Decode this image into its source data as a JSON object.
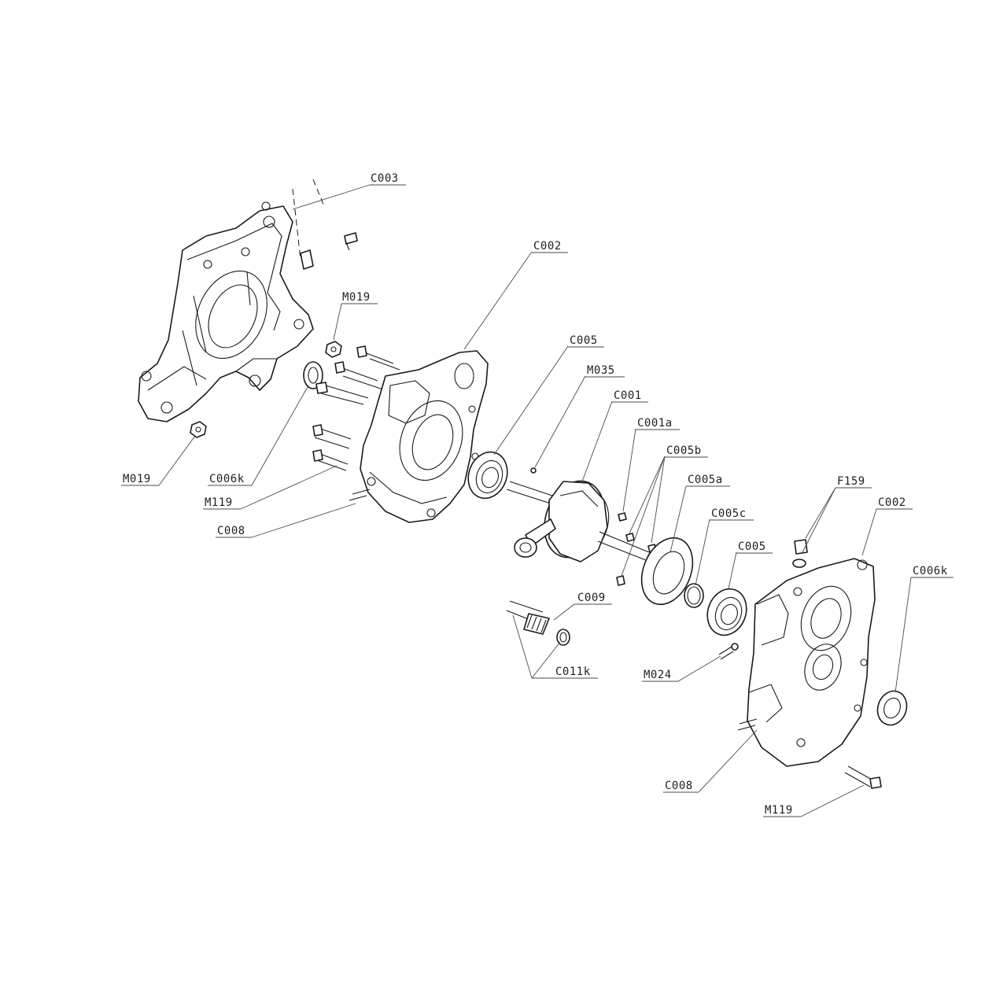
{
  "labels": {
    "c003": "C003",
    "c002_left": "C002",
    "m019_top": "M019",
    "c005_left": "C005",
    "m035": "M035",
    "c001": "C001",
    "c001a": "C001a",
    "c005b": "C005b",
    "c005a": "C005a",
    "c005c": "C005c",
    "f159": "F159",
    "c002_right": "C002",
    "c005_right": "C005",
    "c006k_right": "C006k",
    "m019_left": "M019",
    "c006k_left": "C006k",
    "m119_left": "M119",
    "c008_left": "C008",
    "c009": "C009",
    "c011k": "C011k",
    "m024": "M024",
    "c008_right": "C008",
    "m119_right": "M119"
  }
}
